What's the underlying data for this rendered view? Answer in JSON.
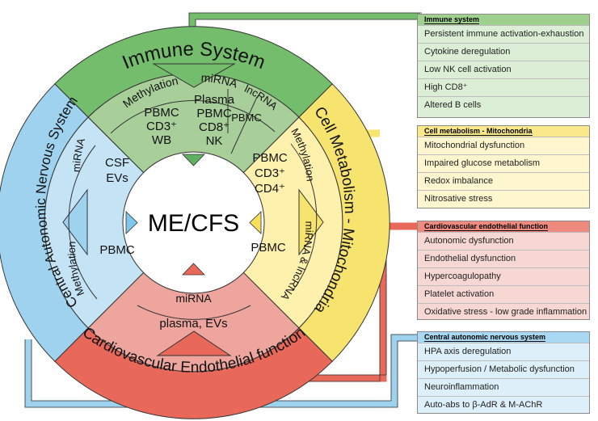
{
  "center_label": "ME/CFS",
  "ring_labels": {
    "immune": "Immune System",
    "metabolism": "Cell Metabolism - Mitochondria",
    "cardio": "Cardiovascular Endothelial function",
    "autonomic": "Central Autonomic Nervous System"
  },
  "quadrants": {
    "immune": {
      "methylation_label": "Methylation",
      "methylation_samples": [
        "PBMC",
        "CD3⁺",
        "WB"
      ],
      "mirna_label": "miRNA",
      "mirna_samples": [
        "Plasma",
        "PBMC",
        "CD8⁺",
        "NK"
      ],
      "lncrna_label": "lncRNA",
      "lncrna_samples": [
        "PBMC"
      ]
    },
    "metabolism": {
      "methylation_label": "Methylation",
      "methylation_samples": [
        "PBMC",
        "CD3⁺",
        "CD4⁺"
      ],
      "rna_label": "miRNA & lncRNA",
      "rna_samples": [
        "PBMC"
      ]
    },
    "cardio": {
      "mirna_label": "miRNA",
      "mirna_samples": "plasma, EVs"
    },
    "autonomic": {
      "mirna_label": "miRNA",
      "mirna_samples": [
        "CSF",
        "EVs"
      ],
      "methylation_label": "Methylation",
      "methylation_samples": [
        "PBMC"
      ]
    }
  },
  "panels": {
    "immune": {
      "title": "Immune system",
      "items": [
        "Persistent immune activation-exhaustion",
        "Cytokine deregulation",
        "Low NK cell activation",
        "High CD8⁺",
        "Altered B cells"
      ]
    },
    "metabolism": {
      "title": "Cell metabolism - Mitochondria",
      "items": [
        "Mitochondrial dysfunction",
        "Impaired glucose metabolism",
        "Redox imbalance",
        "Nitrosative stress"
      ]
    },
    "cardio": {
      "title": "Cardiovascular endothelial function",
      "items": [
        "Autonomic dysfunction",
        "Endothelial dysfunction",
        "Hypercoagulopathy",
        "Platelet activation",
        "Oxidative stress - low grade inflammation"
      ]
    },
    "autonomic": {
      "title": "Central autonomic nervous system",
      "items": [
        "HPA axis deregulation",
        "Hypoperfusion / Metabolic dysfunction",
        "Neuroinflammation",
        "Auto-abs to β-AdR & M-AChR"
      ]
    }
  },
  "colors": {
    "immune_ring": "#74bd6c",
    "immune_inner": "#a8cf9a",
    "immune_panel": "#dcefd6",
    "immune_head": "#9fd08e",
    "metabolism_ring": "#f7e46e",
    "metabolism_inner": "#fdf1ad",
    "metabolism_panel": "#fdf6cf",
    "metabolism_head": "#f9e98a",
    "cardio_ring": "#e8685a",
    "cardio_inner": "#eda59e",
    "cardio_panel": "#f6d7d3",
    "cardio_head": "#ee8a7e",
    "autonomic_ring": "#9fd2ef",
    "autonomic_inner": "#c4e4f6",
    "autonomic_panel": "#ddeff9",
    "autonomic_head": "#a9d8f2"
  }
}
